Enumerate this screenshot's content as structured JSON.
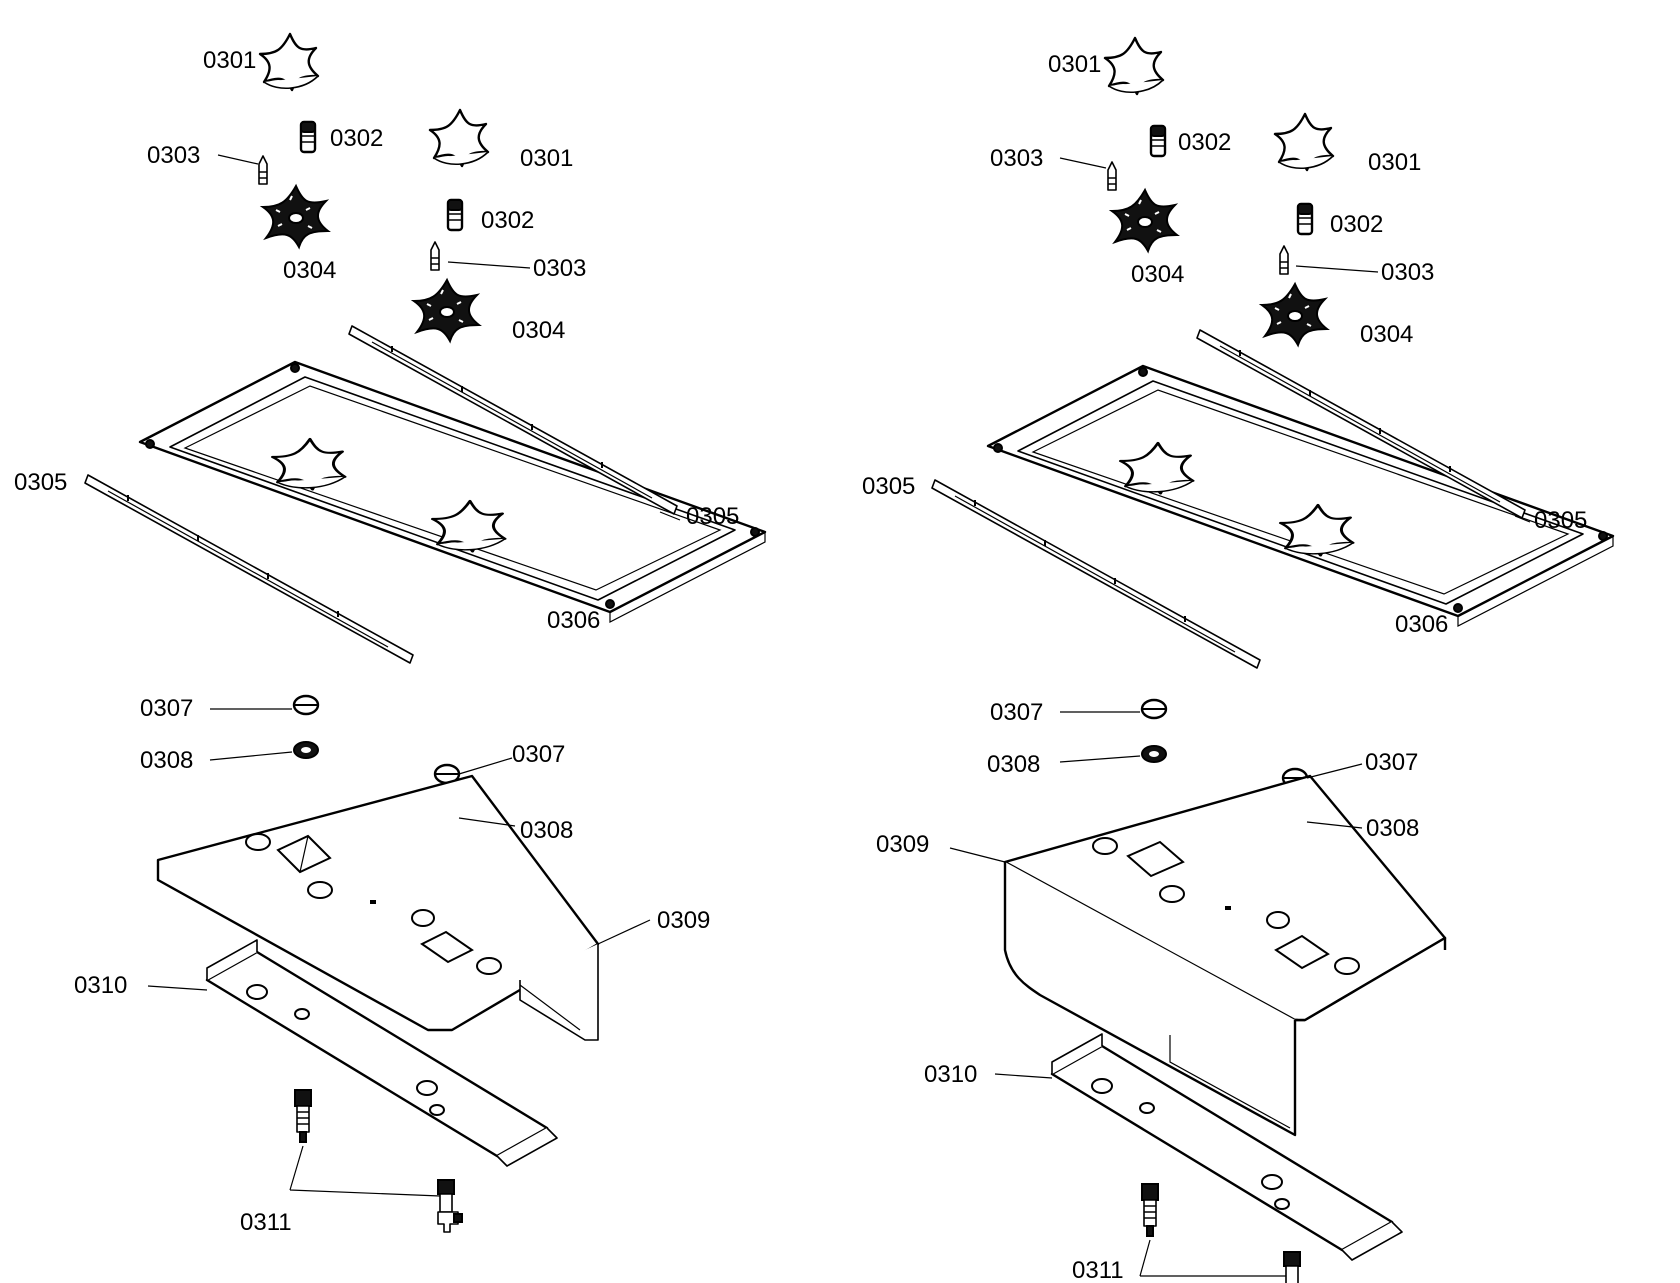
{
  "assemblies": [
    {
      "id": "left",
      "labels": [
        {
          "text": "0301"
        },
        {
          "text": "0302"
        },
        {
          "text": "0301"
        },
        {
          "text": "0303"
        },
        {
          "text": "0302"
        },
        {
          "text": "0304"
        },
        {
          "text": "0303"
        },
        {
          "text": "0304"
        },
        {
          "text": "0305"
        },
        {
          "text": "0305"
        },
        {
          "text": "0306"
        },
        {
          "text": "0307"
        },
        {
          "text": "0308"
        },
        {
          "text": "0307"
        },
        {
          "text": "0308"
        },
        {
          "text": "0309"
        },
        {
          "text": "0310"
        },
        {
          "text": "0311"
        }
      ]
    },
    {
      "id": "right",
      "labels": [
        {
          "text": "0301"
        },
        {
          "text": "0302"
        },
        {
          "text": "0301"
        },
        {
          "text": "0303"
        },
        {
          "text": "0302"
        },
        {
          "text": "0304"
        },
        {
          "text": "0303"
        },
        {
          "text": "0304"
        },
        {
          "text": "0305"
        },
        {
          "text": "0305"
        },
        {
          "text": "0306"
        },
        {
          "text": "0307"
        },
        {
          "text": "0308"
        },
        {
          "text": "0307"
        },
        {
          "text": "0308"
        },
        {
          "text": "0309"
        },
        {
          "text": "0310"
        },
        {
          "text": "0311"
        }
      ]
    }
  ]
}
